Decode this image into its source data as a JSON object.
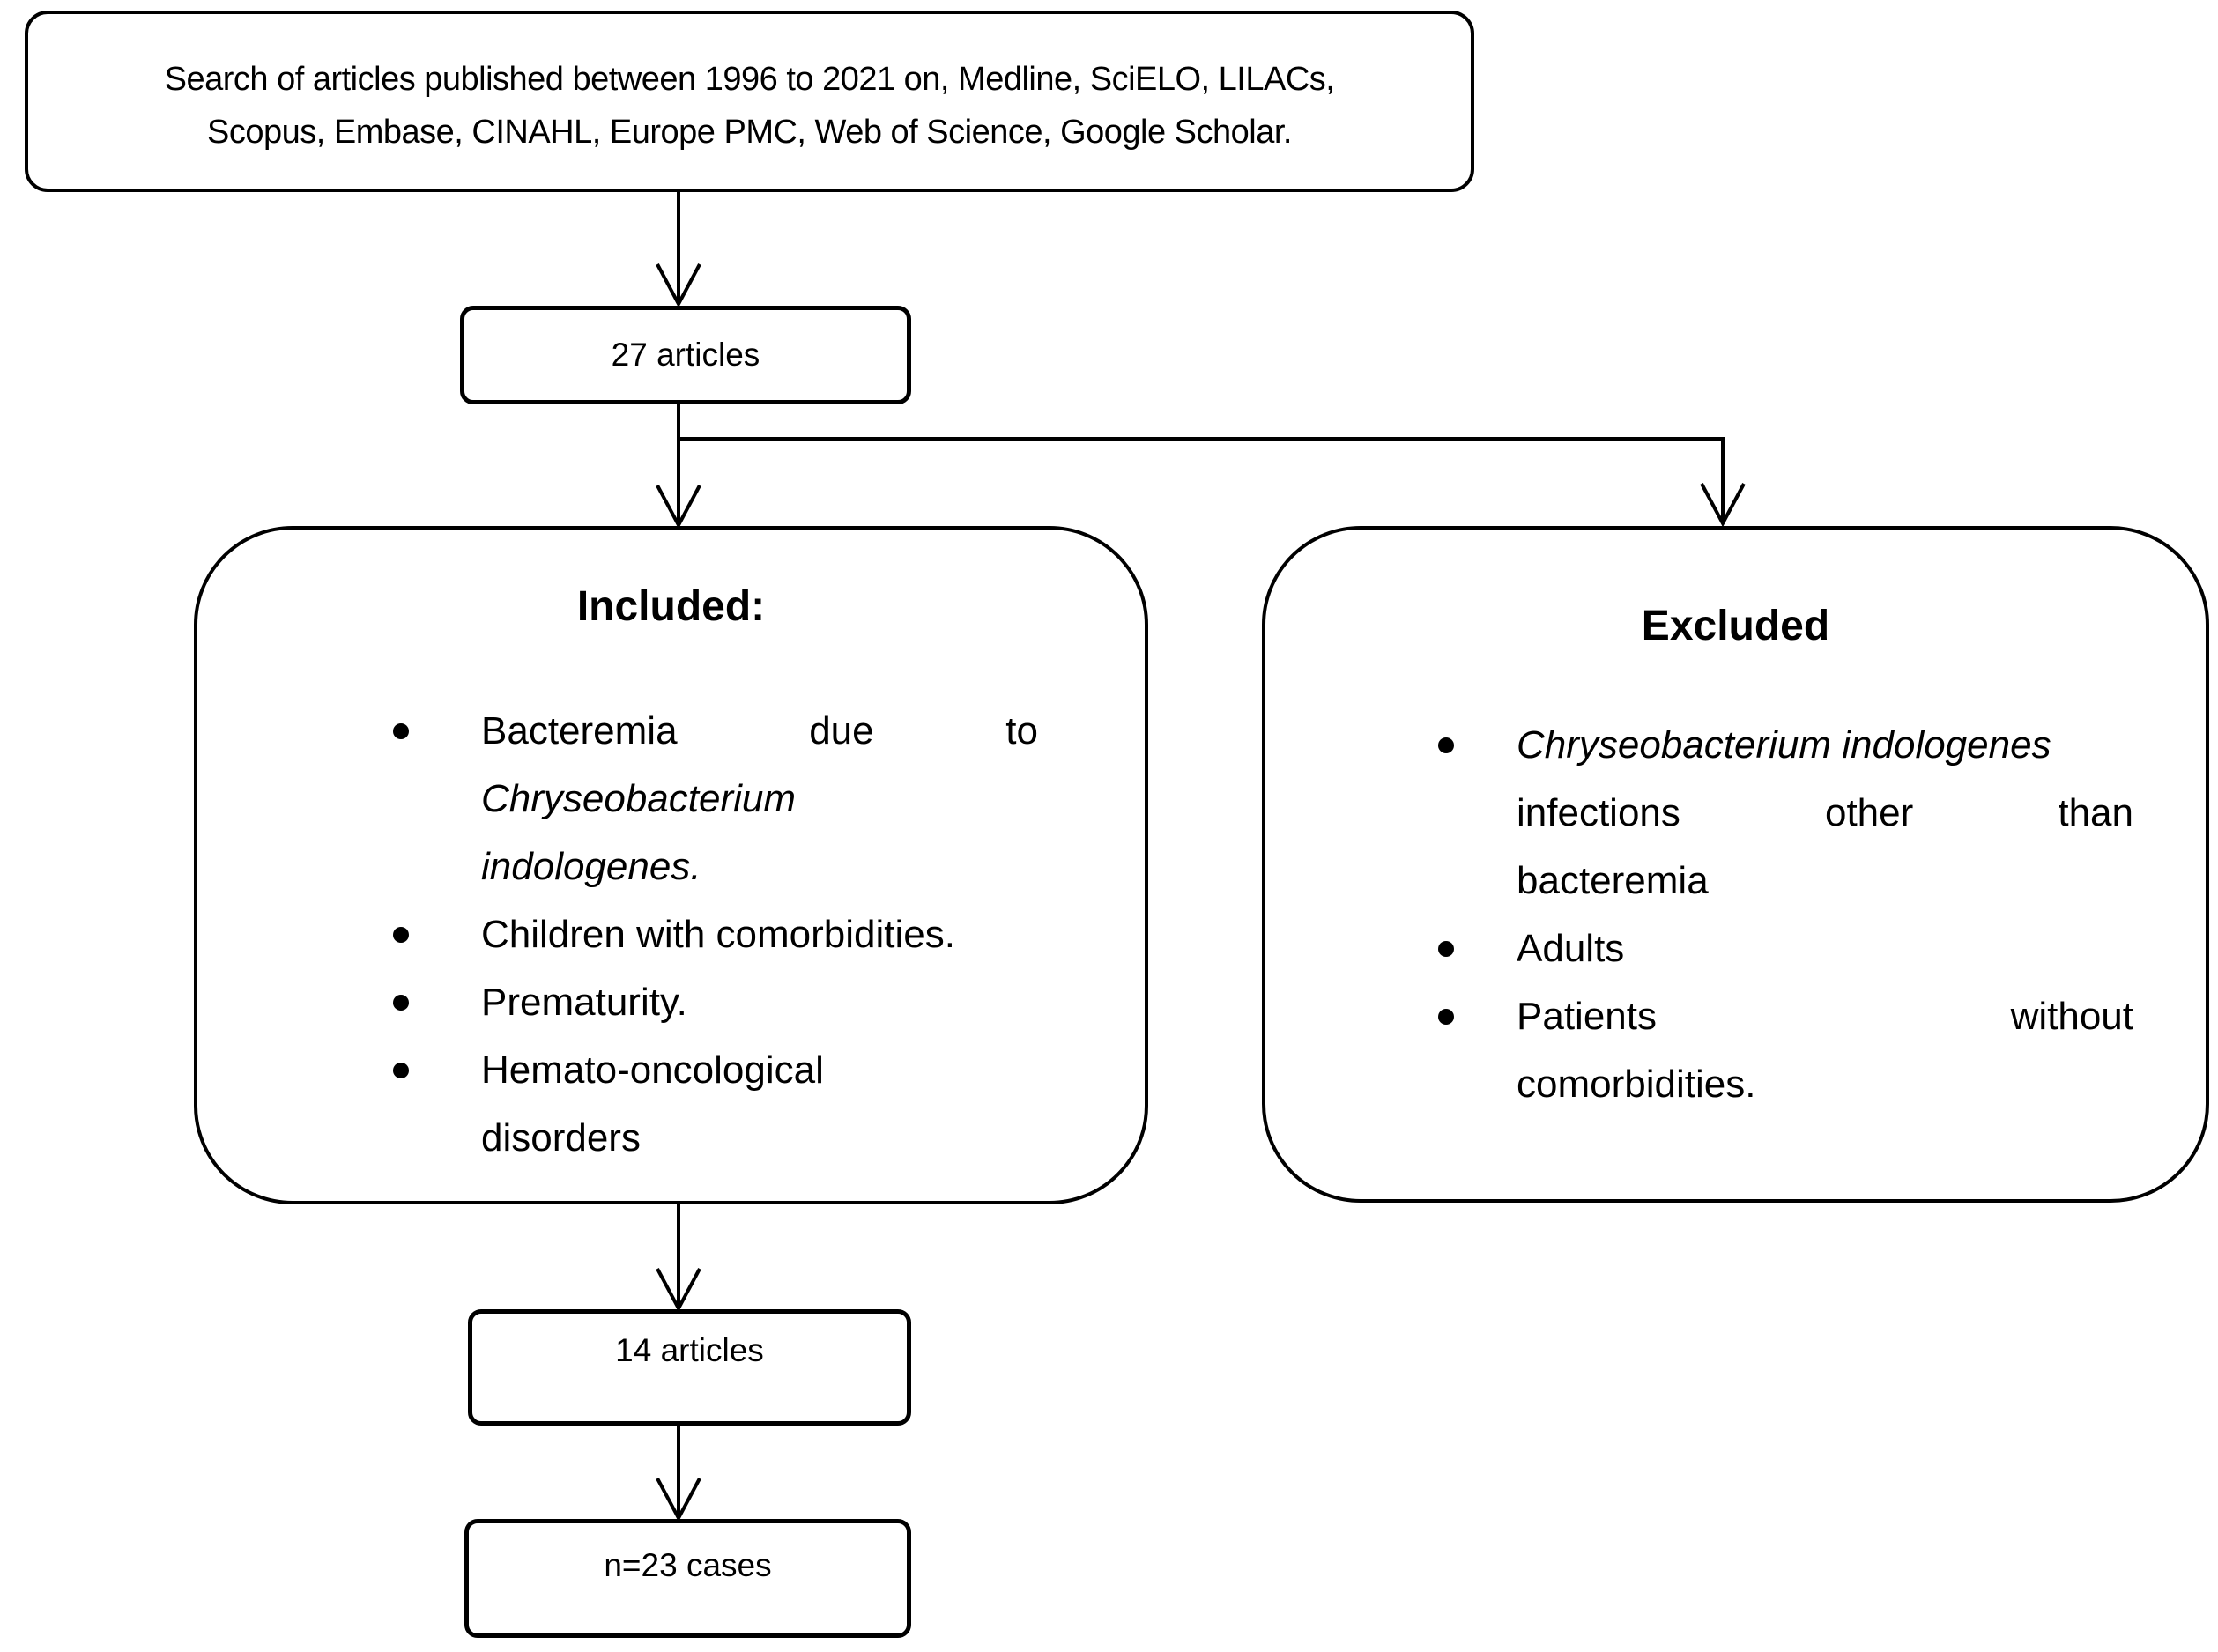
{
  "figure": {
    "background_color": "#ffffff",
    "stroke_color": "#000000",
    "text_color": "#000000"
  },
  "flowchart": {
    "search_box": {
      "line1": "Search of articles published between 1996 to 2021 on, Medline, SciELO, LILACs,",
      "line2": "Scopus, Embase, CINAHL, Europe PMC, Web of Science, Google Scholar."
    },
    "articles_found_box": {
      "label": "27 articles"
    },
    "included_box": {
      "title": "Included:",
      "items": [
        {
          "lines": [
            "Bacteremia due to",
            "Chryseobacterium",
            "indologenes."
          ]
        },
        {
          "lines": [
            "Children with comorbidities."
          ]
        },
        {
          "lines": [
            "Prematurity."
          ]
        },
        {
          "lines": [
            "Hemato-oncological",
            "disorders"
          ]
        }
      ]
    },
    "excluded_box": {
      "title": "Excluded",
      "items": [
        {
          "lines": [
            "Chryseobacterium indologenes",
            "infections other than",
            "bacteremia"
          ]
        },
        {
          "lines": [
            "Adults"
          ]
        },
        {
          "lines": [
            "Patients without",
            "comorbidities."
          ]
        }
      ]
    },
    "selected_articles_box": {
      "label": "14 articles"
    },
    "cases_box": {
      "label": "n=23 cases"
    }
  }
}
